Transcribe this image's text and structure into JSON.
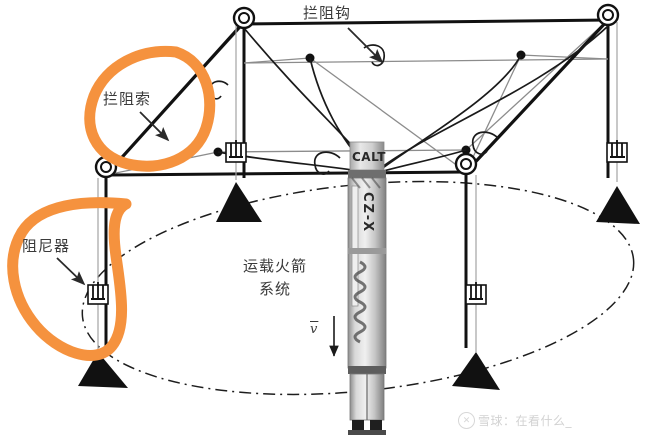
{
  "diagram": {
    "title_labels": {
      "arresting_cable": "拦阻索",
      "arresting_hook": "拦阻钩",
      "damper": "阻尼器",
      "launch_vehicle_system_line1": "运载火箭",
      "launch_vehicle_system_line2": "系统",
      "velocity_vector": "v"
    },
    "rocket": {
      "agency_mark": "CALT",
      "model_mark": "CZ-X"
    },
    "watermark": {
      "logo_glyph": "✕",
      "text": "雪球：在看什么_"
    },
    "colors": {
      "highlighter_orange": "#F5923E",
      "line_black": "#111111",
      "line_gray": "#9a9a9a",
      "label_gray": "#3a3a3a",
      "watermark_gray": "#d7d7d7",
      "rocket_body": "#c9c9c9"
    },
    "annotations": {
      "highlight_circle_cable": "orange-loop-around-arresting-cable-label",
      "highlight_circle_damper": "orange-loop-around-damper-label"
    }
  }
}
